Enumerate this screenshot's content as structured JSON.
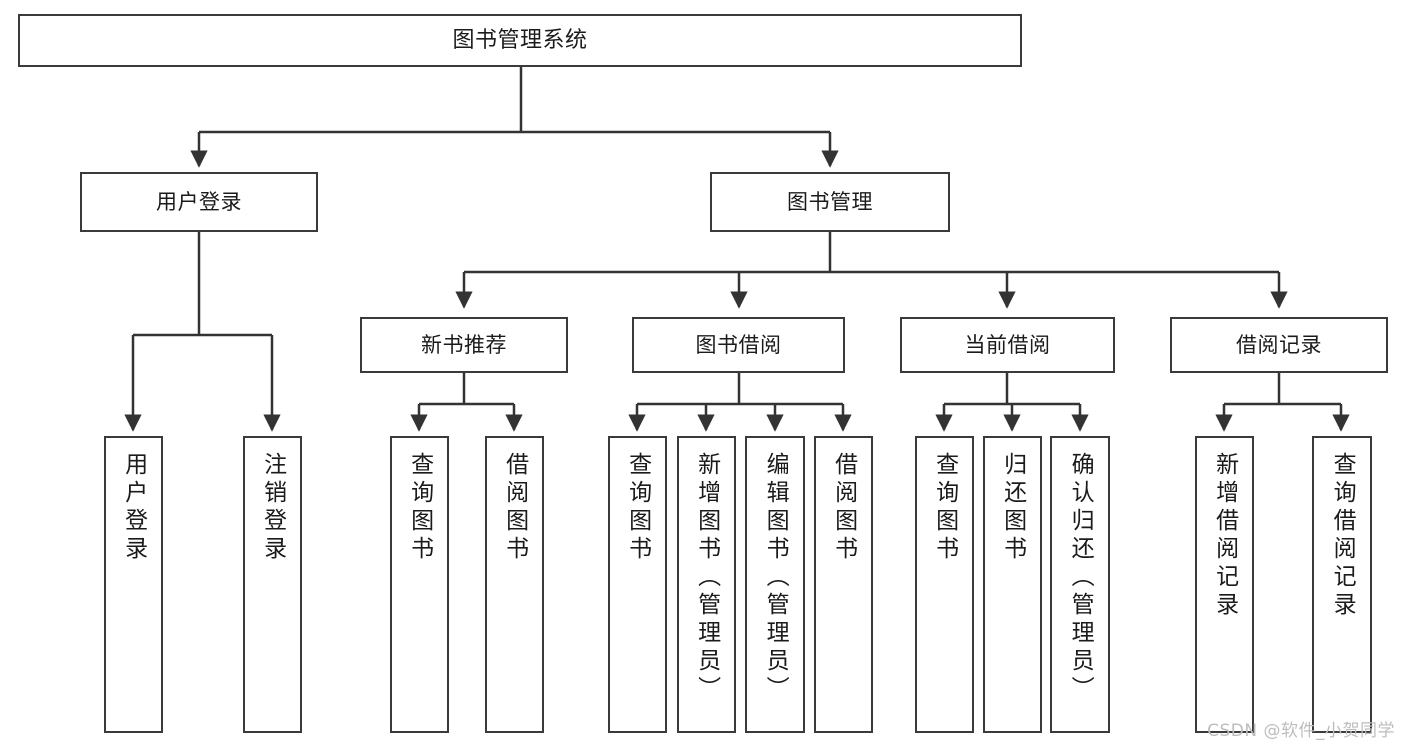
{
  "diagram": {
    "title": "图书管理系统",
    "type": "tree-hierarchy",
    "watermark": "CSDN @软件_小贺同学",
    "colors": {
      "background": "#ffffff",
      "box_border": "#3a3a3a",
      "connector": "#333333",
      "text": "#1b1b1b",
      "watermark": "#bdbdbd"
    },
    "levels": {
      "root": "图书管理系统",
      "level2": [
        "用户登录",
        "图书管理"
      ],
      "level3": [
        "新书推荐",
        "图书借阅",
        "当前借阅",
        "借阅记录"
      ]
    },
    "nodes": {
      "root": {
        "label": "图书管理系统"
      },
      "user_login": {
        "label": "用户登录"
      },
      "book_manage": {
        "label": "图书管理"
      },
      "new_book_rec": {
        "label": "新书推荐"
      },
      "book_borrow": {
        "label": "图书借阅"
      },
      "current_borrow": {
        "label": "当前借阅"
      },
      "borrow_record": {
        "label": "借阅记录"
      }
    },
    "leaves": {
      "user_login": [
        {
          "label": "用户登录"
        },
        {
          "label": "注销登录"
        }
      ],
      "new_book_rec": [
        {
          "label": "查询图书"
        },
        {
          "label": "借阅图书"
        }
      ],
      "book_borrow": [
        {
          "label": "查询图书"
        },
        {
          "label": "新增图书（管理员）"
        },
        {
          "label": "编辑图书（管理员）"
        },
        {
          "label": "借阅图书"
        }
      ],
      "current_borrow": [
        {
          "label": "查询图书"
        },
        {
          "label": "归还图书"
        },
        {
          "label": "确认归还（管理员）"
        }
      ],
      "borrow_record": [
        {
          "label": "新增借阅记录"
        },
        {
          "label": "查询借阅记录"
        }
      ]
    }
  }
}
